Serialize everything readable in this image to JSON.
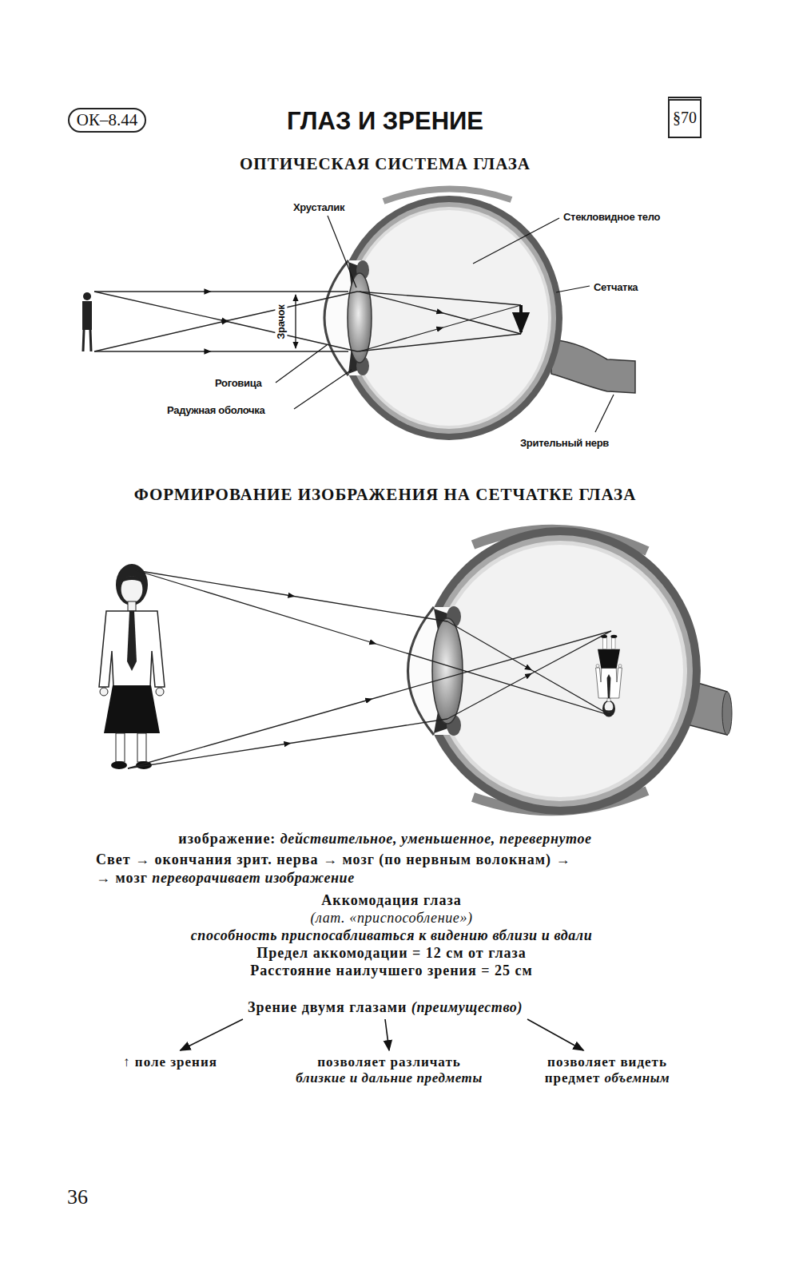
{
  "diagram": {
    "title": "ГЛАЗ И ЗРЕНИЕ",
    "nodes": [
      {
        "text": [
          "ОК–8.44"
        ]
      },
      {
        "text": [
          "§70"
        ]
      },
      {
        "text": [
          "Зрение двумя глазами",
          "(преимущество)"
        ]
      },
      {
        "text": [
          "↑ поле зрения"
        ]
      },
      {
        "text": [
          "позволяет различать",
          "близкие и дальние предметы"
        ]
      },
      {
        "text": [
          "позволяет видеть предмет",
          "объемным"
        ]
      }
    ],
    "edges": [
      {
        "from": 2,
        "to": 3,
        "arrow": "to"
      },
      {
        "from": 2,
        "to": 4,
        "arrow": "to"
      },
      {
        "from": 2,
        "to": 5,
        "arrow": "to"
      }
    ],
    "labels": [
      "ОПТИЧЕСКАЯ СИСТЕМА ГЛАЗА",
      "Хрусталик",
      "Стекловидное тело",
      "Сетчатка",
      "Зрачок",
      "Роговица",
      "Радужная оболочка",
      "Зрительный нерв",
      "ФОРМИРОВАНИЕ ИЗОБРАЖЕНИЯ НА СЕТЧАТКЕ ГЛАЗА",
      "изображение:",
      "действительное, уменьшенное, перевернутое",
      "Свет → окончания зрит. нерва → мозг (по нервным волокнам) →",
      "→ мозг",
      "переворачивает изображение",
      "Аккомодация глаза",
      "(лат. «приспособление»)",
      "способность приспосабливаться к видению вблизи и вдали",
      "Предел аккомодации = 12 см от глаза",
      "Расстояние наилучшего зрения = 25 см",
      "36"
    ]
  }
}
